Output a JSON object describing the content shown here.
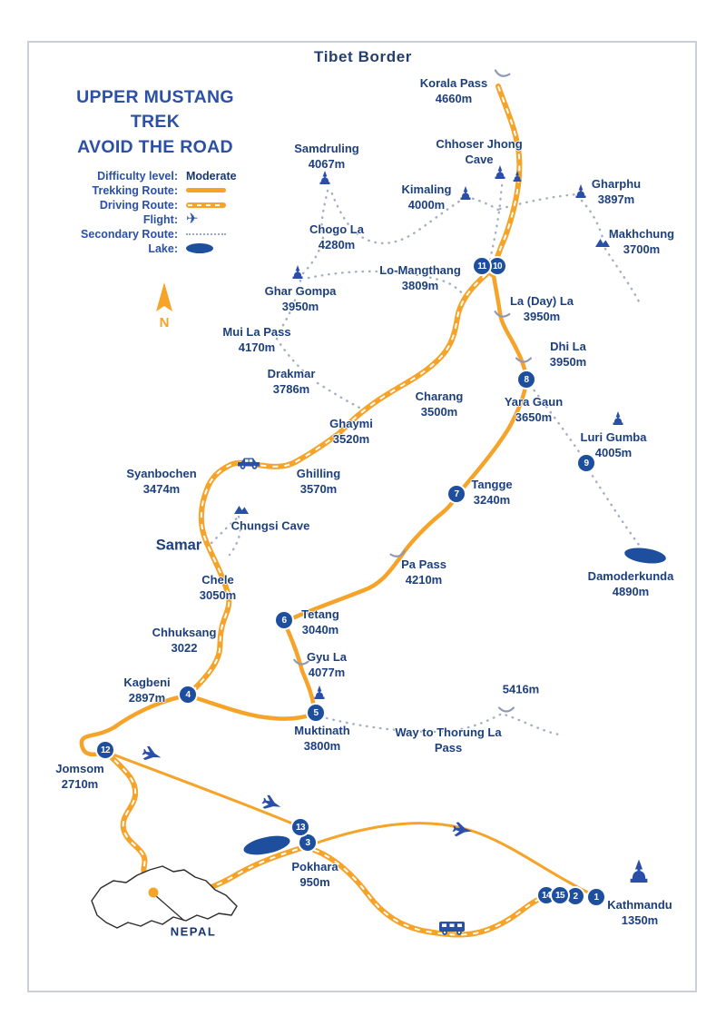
{
  "title": {
    "line1": "UPPER MUSTANG TREK",
    "line2": "AVOID THE ROAD"
  },
  "border_label": "Tibet Border",
  "compass": {
    "label": "N"
  },
  "inset": {
    "label": "NEPAL"
  },
  "icons": {
    "flight": "✈"
  },
  "colors": {
    "route_orange": "#F5A329",
    "marker_blue": "#1D4F9E",
    "label_navy": "#1C3F7D",
    "title_blue": "#2B50A5",
    "secondary_gray": "#9FA8BB",
    "lake_blue": "#1D4F9E"
  },
  "legend": {
    "difficulty_label": "Difficulty level:",
    "difficulty_value": "Moderate",
    "trekking_label": "Trekking Route:",
    "driving_label": "Driving Route:",
    "flight_label": "Flight:",
    "secondary_label": "Secondary Route:",
    "lake_label": "Lake:"
  },
  "markers": [
    "1",
    "2",
    "3",
    "4",
    "5",
    "6",
    "7",
    "8",
    "9",
    "10",
    "11",
    "12",
    "13",
    "14",
    "15"
  ],
  "locations": {
    "korala": {
      "name": "Korala Pass",
      "elev": "4660m"
    },
    "samdruling": {
      "name": "Samdruling",
      "elev": "4067m"
    },
    "chhoser": {
      "name": "Chhoser Jhong Cave",
      "elev": ""
    },
    "kimaling": {
      "name": "Kimaling",
      "elev": "4000m"
    },
    "gharphu": {
      "name": "Gharphu",
      "elev": "3897m"
    },
    "makhchung": {
      "name": "Makhchung",
      "elev": "3700m"
    },
    "chogo_la": {
      "name": "Chogo La",
      "elev": "4280m"
    },
    "lo_mangthang": {
      "name": "Lo-Mangthang",
      "elev": "3809m"
    },
    "la_day_la": {
      "name": "La (Day) La",
      "elev": "3950m"
    },
    "ghar_gompa": {
      "name": "Ghar Gompa",
      "elev": "3950m"
    },
    "dhi_la": {
      "name": "Dhi La",
      "elev": "3950m"
    },
    "mui_la_pass": {
      "name": "Mui La Pass",
      "elev": "4170m"
    },
    "drakmar": {
      "name": "Drakmar",
      "elev": "3786m"
    },
    "charang": {
      "name": "Charang",
      "elev": "3500m"
    },
    "yara_gaun": {
      "name": "Yara Gaun",
      "elev": "3650m"
    },
    "luri_gumba": {
      "name": "Luri Gumba",
      "elev": "4005m"
    },
    "ghaymi": {
      "name": "Ghaymi",
      "elev": "3520m"
    },
    "syanbochen": {
      "name": "Syanbochen",
      "elev": "3474m"
    },
    "ghilling": {
      "name": "Ghilling",
      "elev": "3570m"
    },
    "tangge": {
      "name": "Tangge",
      "elev": "3240m"
    },
    "chungsi_cave": {
      "name": "Chungsi Cave",
      "elev": ""
    },
    "samar": {
      "name": "Samar",
      "elev": ""
    },
    "damoderkunda": {
      "name": "Damoderkunda",
      "elev": "4890m"
    },
    "chele": {
      "name": "Chele",
      "elev": "3050m"
    },
    "pa_pass": {
      "name": "Pa Pass",
      "elev": "4210m"
    },
    "tetang": {
      "name": "Tetang",
      "elev": "3040m"
    },
    "chhuksang": {
      "name": "Chhuksang",
      "elev": "3022"
    },
    "gyu_la": {
      "name": "Gyu La",
      "elev": "4077m"
    },
    "kagbeni": {
      "name": "Kagbeni",
      "elev": "2897m"
    },
    "muktinath": {
      "name": "Muktinath",
      "elev": "3800m"
    },
    "thorung_elev": {
      "name": "5416m",
      "elev": ""
    },
    "way_thorung": {
      "name": "Way to Thorung La Pass",
      "elev": ""
    },
    "jomsom": {
      "name": "Jomsom",
      "elev": "2710m"
    },
    "pokhara": {
      "name": "Pokhara",
      "elev": "950m"
    },
    "kathmandu": {
      "name": "Kathmandu",
      "elev": "1350m"
    }
  }
}
